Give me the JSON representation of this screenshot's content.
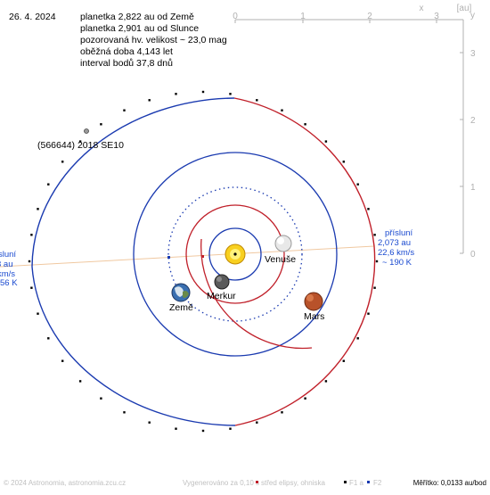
{
  "header": {
    "date": "26. 4. 2024",
    "lines": [
      "planetka 2,822 au od Země",
      "planetka 2,901 au od Slunce",
      "pozorovaná hv. velikost ~ 23,0 mag",
      "oběžná doba 4,143 let",
      "interval bodů 37,8 dnů"
    ]
  },
  "scale": {
    "unit_label": "[au]",
    "x_axis_name": "x",
    "y_axis_name": "y",
    "x_ticks": [
      "0",
      "1",
      "2",
      "3"
    ],
    "y_ticks": [
      "3",
      "2",
      "1",
      "0"
    ]
  },
  "asteroid": {
    "name": "(566644) 2018 SE10"
  },
  "planets": [
    {
      "id": "venus",
      "label": "Venuše",
      "color": "#d8d8d8"
    },
    {
      "id": "mercury",
      "label": "Merkur",
      "color": "#5a5a5a"
    },
    {
      "id": "earth",
      "label": "Země",
      "color": "#3a6fb0"
    },
    {
      "id": "mars",
      "label": "Mars",
      "color": "#b8522a"
    }
  ],
  "perihelion_right": {
    "lines": [
      "přísluní",
      "2,073 au",
      "22,6 km/s",
      "~ 190 K"
    ]
  },
  "aphelion_left": {
    "lines": [
      "sluní",
      "3 au",
      "km/s",
      "56 K"
    ]
  },
  "footer": {
    "copyright": "© 2024 Astronomia, astronomia.zcu.cz",
    "generated": "Vygenerováno za 0,10 s",
    "legend_center": "střed elipsy, ohniska",
    "legend_f1": "F1 a",
    "legend_f2": "F2",
    "scale_text": "Měřítko: 0,0133 au/bod"
  },
  "colors": {
    "orbit_red": "#c0202a",
    "orbit_blue": "#1a3ab0",
    "apsis_line": "#f0c8a0",
    "info_blue": "#1a4ad0",
    "axis_grey": "#b0b0b0",
    "sun": "#f8d020"
  }
}
